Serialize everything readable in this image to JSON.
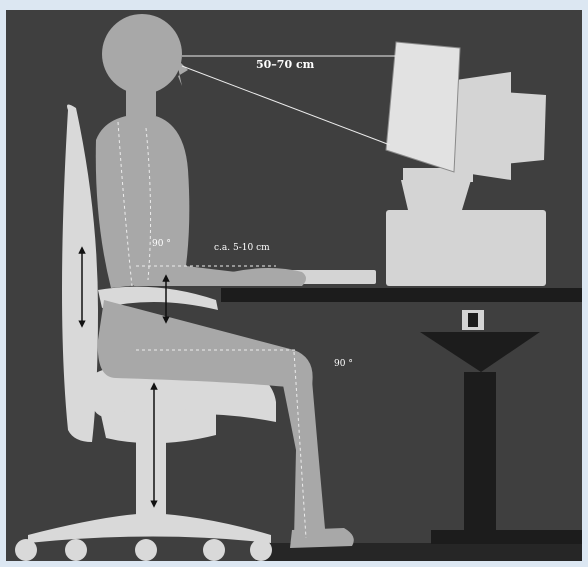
{
  "annotations": {
    "eye_distance": "50–70 cm",
    "elbow_angle": "90 °",
    "forearm_clearance": "c.a. 5-10 cm",
    "knee_angle": "90 °"
  },
  "colors": {
    "background": "#dce7f2",
    "panel": "#3f3f3f",
    "figure": "#a8a8a8",
    "equipment": "#d4d4d4",
    "desk": "#1c1c1c",
    "arrows": "#111111"
  }
}
